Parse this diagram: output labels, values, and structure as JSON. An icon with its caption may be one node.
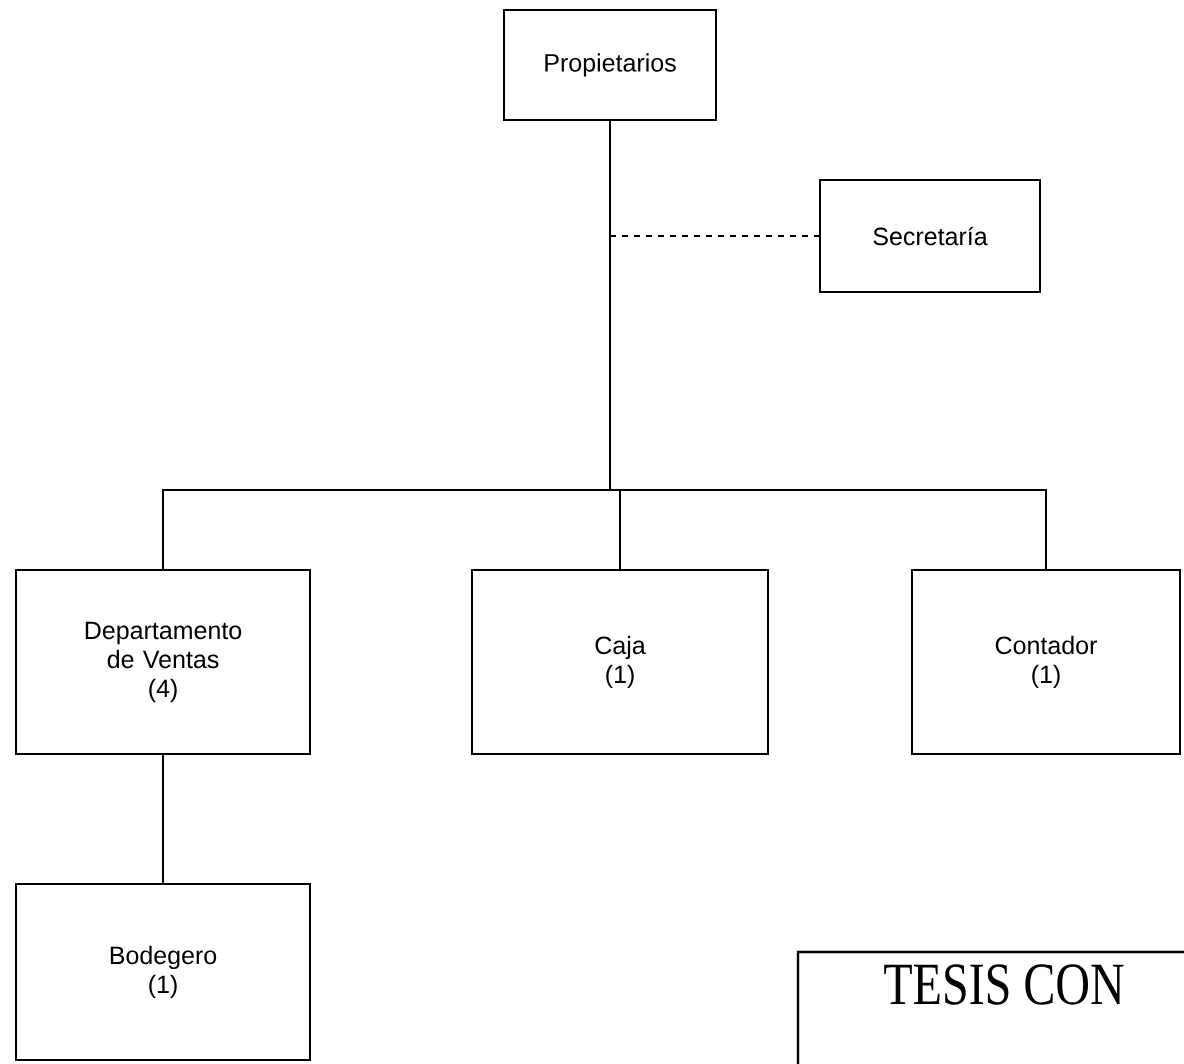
{
  "diagram": {
    "nodes": [
      {
        "text": [
          "Propietarios"
        ]
      },
      {
        "text": [
          "Secretaría"
        ]
      },
      {
        "text": [
          "Departamento de Ventas",
          "(4)"
        ]
      },
      {
        "text": [
          "Caja",
          "(1)"
        ]
      },
      {
        "text": [
          "Contador",
          "(1)"
        ]
      },
      {
        "text": [
          "Bodegero",
          "(1)"
        ]
      }
    ],
    "edges": [
      {
        "from": 0,
        "to": 1,
        "arrow": "none",
        "style": "dashed"
      },
      {
        "from": 0,
        "to": 2,
        "arrow": "none"
      },
      {
        "from": 0,
        "to": 3,
        "arrow": "none"
      },
      {
        "from": 0,
        "to": 4,
        "arrow": "none"
      },
      {
        "from": 2,
        "to": 5,
        "arrow": "none"
      }
    ],
    "labels": [
      "TESIS CON"
    ]
  }
}
